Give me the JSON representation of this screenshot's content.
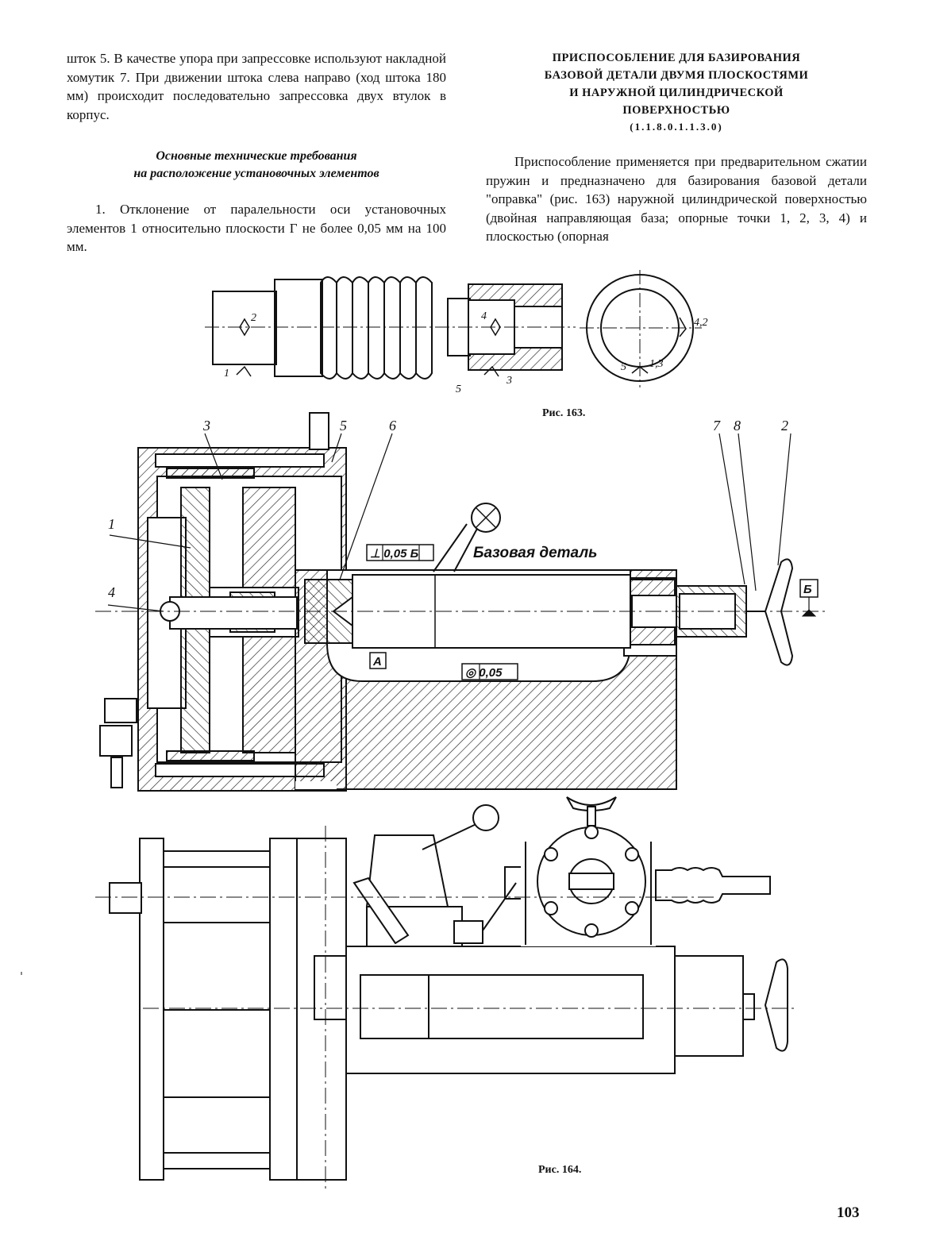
{
  "left_column": {
    "para1": "шток 5. В качестве упора при запрессовке используют накладной хомутик 7. При движении штока слева направо (ход штока 180 мм) происходит последовательно запрессовка двух втулок в корпус.",
    "heading_line1": "Основные технические требования",
    "heading_line2": "на расположение установочных элементов",
    "para2": "1. Отклонение от паралельности оси установочных элементов 1 относительно плоскости Г не более 0,05 мм на 100 мм."
  },
  "right_column": {
    "title_line1": "ПРИСПОСОБЛЕНИЕ ДЛЯ БАЗИРОВАНИЯ",
    "title_line2": "БАЗОВОЙ ДЕТАЛИ ДВУМЯ ПЛОСКОСТЯМИ",
    "title_line3": "И НАРУЖНОЙ ЦИЛИНДРИЧЕСКОЙ",
    "title_line4": "ПОВЕРХНОСТЬЮ",
    "code": "(1.1.8.0.1.1.3.0)",
    "para1": "Приспособление применяется при предварительном сжатии пружин и предназначено для базирования базовой детали \"оправка\" (рис. 163) наружной цилиндрической поверхностью (двойная направляющая база; опорные точки 1, 2, 3, 4) и плоскостью (опорная"
  },
  "fig163": {
    "caption": "Рис. 163.",
    "labels": {
      "l2": "2",
      "l4": "4",
      "l1": "1",
      "l5": "5",
      "l3": "3",
      "l42": "4,2",
      "l5b": "5",
      "l13": "1,3"
    }
  },
  "fig164": {
    "caption": "Рис. 164.",
    "labels": {
      "l3": "3",
      "l5": "5",
      "l6": "6",
      "l1": "1",
      "l4": "4",
      "l7": "7",
      "l8": "8",
      "l2": "2",
      "base_part": "Базовая деталь",
      "tol_perp": "⊥ 0,05 Б",
      "tol_conc": "◎ 0,05",
      "datum_a": "А",
      "datum_b": "Б"
    }
  },
  "page_number": "103"
}
